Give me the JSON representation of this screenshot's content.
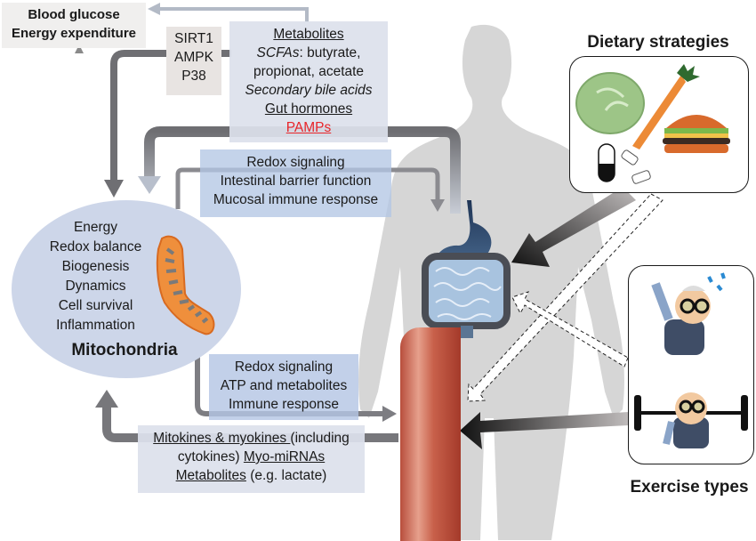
{
  "top_left_box": {
    "line1": "Blood glucose",
    "line2": "Energy expenditure"
  },
  "signaling_box": {
    "line1": "SIRT1",
    "line2": "AMPK",
    "line3": "P38"
  },
  "gut_metabolites_box": {
    "heading": "Metabolites",
    "scfa_label": "SCFAs",
    "scfa_text": ": butyrate,",
    "line3": "propionat, acetate",
    "line4": "Secondary bile acids",
    "line5": "Gut hormones",
    "line6": "PAMPs"
  },
  "gut_mito_box": {
    "line1": "Redox signaling",
    "line2": "Intestinal barrier function",
    "line3": "Mucosal immune response"
  },
  "mitochondria": {
    "items": [
      "Energy",
      "Redox balance",
      "Biogenesis",
      "Dynamics",
      "Cell survival",
      "Inflammation"
    ],
    "title": "Mitochondria"
  },
  "muscle_mito_box": {
    "line1": "Redox signaling",
    "line2": "ATP and metabolites",
    "line3": "Immune response"
  },
  "myokines_box": {
    "part1": "Mitokines & myokines ",
    "part2": "(including",
    "part3": "cytokines) ",
    "part4": "Myo-miRNAs",
    "part5": "Metabolites",
    "part6": " (e.g. lactate)"
  },
  "dietary": {
    "title": "Dietary strategies"
  },
  "exercise": {
    "title": "Exercise types"
  },
  "colors": {
    "gray_box": "#f0efee",
    "signal_box": "#e8e4e2",
    "gut_box": "#dfe3ec",
    "blue_box": "#c3d1e8",
    "mito_ellipse": "#cdd6e9",
    "silhouette": "#d4d4d4",
    "pamps": "#e8252a"
  }
}
